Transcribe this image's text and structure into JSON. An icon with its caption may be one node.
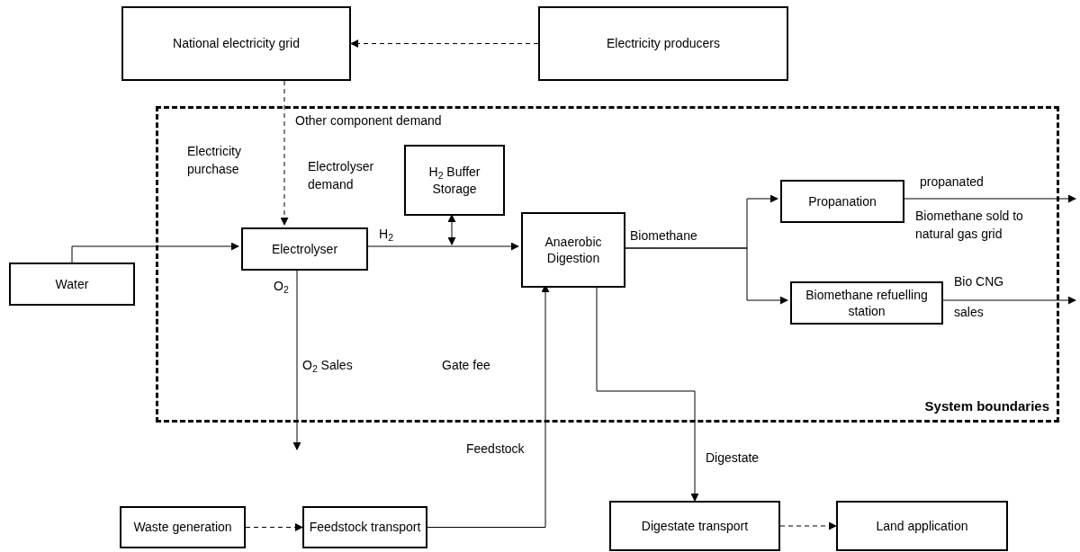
{
  "diagram": {
    "nodes": [
      {
        "text": [
          "National electricity grid"
        ]
      },
      {
        "text": [
          "Electricity producers"
        ]
      },
      {
        "text": [
          "System boundaries"
        ]
      },
      {
        "text": [
          "Water"
        ]
      },
      {
        "text": [
          "Electrolyser"
        ],
        "in": 2
      },
      {
        "text": [
          "H$_{2}$ Buffer Storage"
        ],
        "in": 2
      },
      {
        "text": [
          "Anaerobic Digestion"
        ],
        "in": 2
      },
      {
        "text": [
          "Propanation"
        ],
        "in": 2
      },
      {
        "text": [
          "Biomethane refuelling station"
        ],
        "in": 2
      },
      {
        "text": [
          "Waste generation"
        ]
      },
      {
        "text": [
          "Feedstock transport"
        ]
      },
      {
        "text": [
          "Digestate transport"
        ]
      },
      {
        "text": [
          "Land application"
        ]
      }
    ],
    "edges": [
      {
        "from": 1,
        "to": 0,
        "arrow": "to",
        "style": "dashed"
      },
      {
        "from": 0,
        "to": 4,
        "arrow": "to",
        "style": "dashed"
      },
      {
        "from": 3,
        "to": 4,
        "arrow": "to"
      },
      {
        "from": 4,
        "to": 6,
        "arrow": "to"
      },
      {
        "from": 5,
        "to": null,
        "arrow": "both"
      },
      {
        "from": 4,
        "to": null,
        "arrow": "to"
      },
      {
        "from": 10,
        "to": 6,
        "arrow": "to"
      },
      {
        "from": 6,
        "to": 7,
        "arrow": "to"
      },
      {
        "from": 6,
        "to": 8,
        "arrow": "to"
      },
      {
        "from": 7,
        "to": null,
        "arrow": "to"
      },
      {
        "from": 8,
        "to": null,
        "arrow": "to"
      },
      {
        "from": 6,
        "to": 11,
        "arrow": "to"
      },
      {
        "from": 9,
        "to": 10,
        "arrow": "to",
        "style": "dashed"
      },
      {
        "from": 11,
        "to": 12,
        "arrow": "to",
        "style": "dashed"
      }
    ],
    "labels": [
      "Other component demand",
      "Electricity purchase",
      "Electrolyser demand",
      "H$_{2}$",
      "O$_{2}$",
      "O$_{2}$ Sales",
      "Gate fee",
      "Feedstock",
      "Biomethane",
      "propanated",
      "Biomethane sold to natural gas grid",
      "Bio CNG",
      "sales",
      "Digestate"
    ]
  }
}
